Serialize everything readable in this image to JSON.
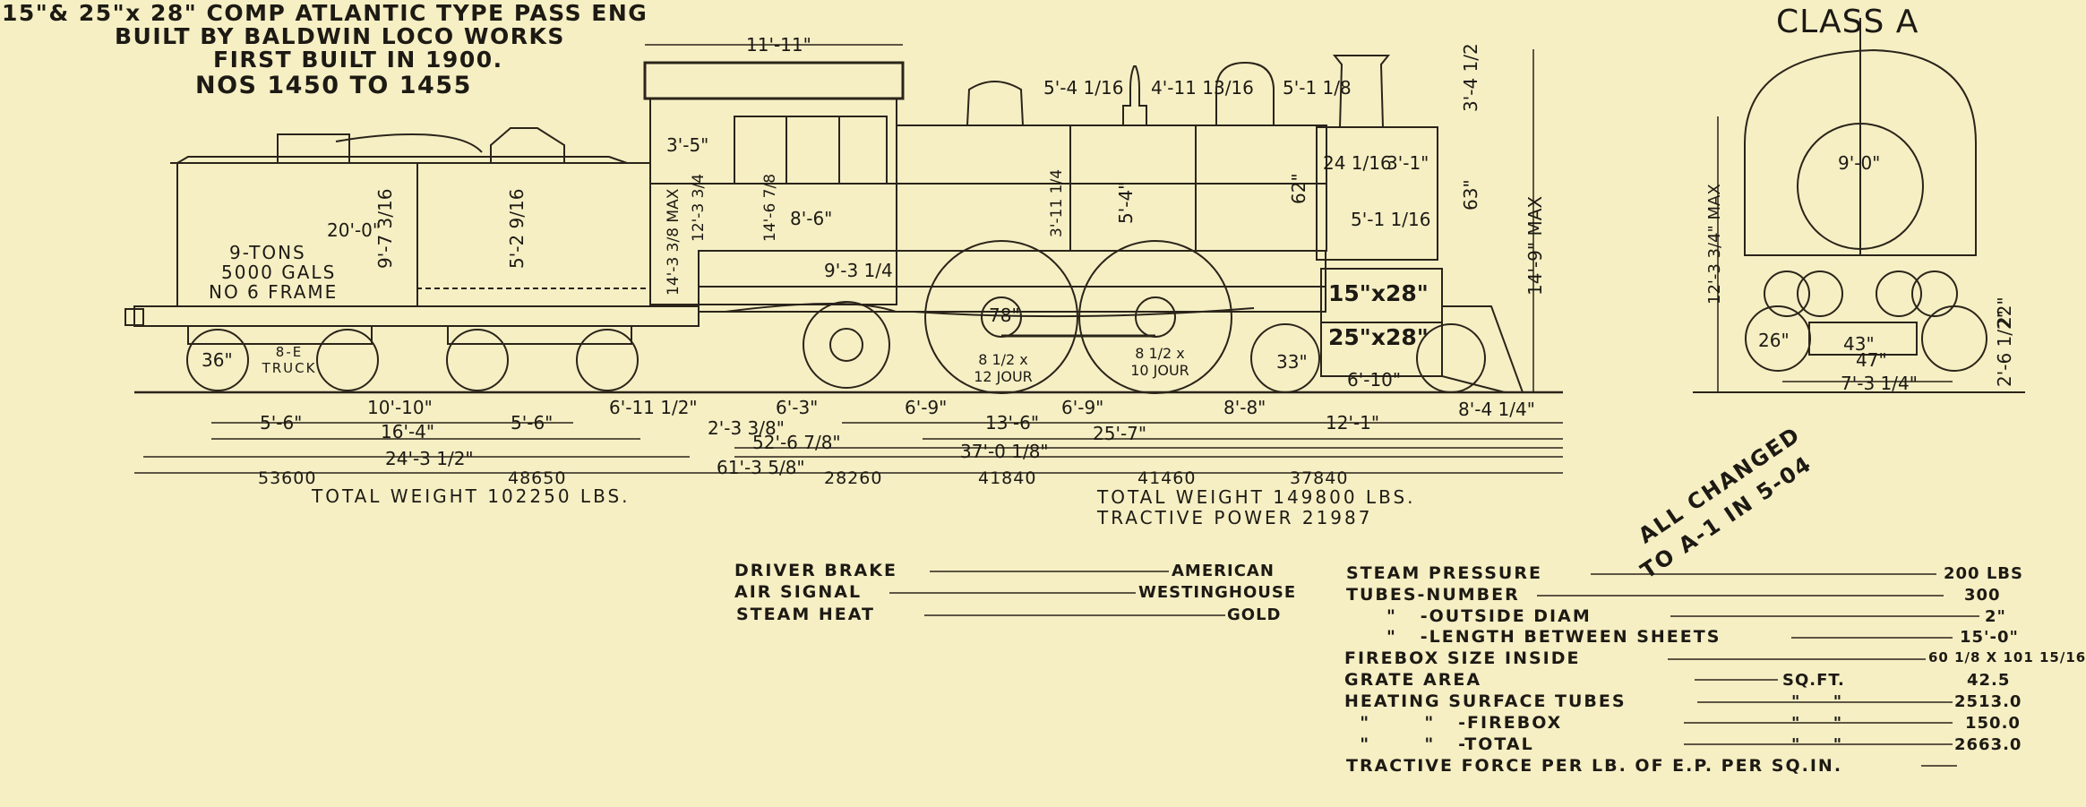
{
  "header": {
    "line1": "15\"& 25\"x 28\" COMP ATLANTIC TYPE PASS ENG",
    "line2": "BUILT BY BALDWIN LOCO WORKS",
    "line3": "FIRST BUILT IN 1900.",
    "line4": "NOS 1450 TO 1455"
  },
  "class_label": "CLASS A",
  "tender": {
    "capacity1": "9-TONS",
    "capacity2": "5000 GALS",
    "capacity3": "NO 6 FRAME",
    "truck": "8-E TRUCK",
    "wheel": "36\"",
    "len": "20'-0\"",
    "h1": "9'-7 3/16",
    "h2": "5'-2 9/16"
  },
  "dims": {
    "cab_width": "11'-11\"",
    "dome1": "5'-4 1/16",
    "dome2": "4'-11 13/16",
    "dome3": "5'-1 1/8",
    "stack": "3'-4 1/2",
    "cab_h": "3'-5\"",
    "h14_9": "14'-9\" MAX",
    "h12_3": "12'-3 3/4",
    "h14_3": "14'-3 3/8 MAX",
    "h14_6": "14'-6 7/8",
    "h8_6": "8'-6\"",
    "h9_3": "9'-3 1/4",
    "h5_4": "5'-4\"",
    "h3_11": "3'-11 1/4",
    "d24": "24 1/16",
    "d3_1": "3'-1\"",
    "d5_1": "5'-1 1/16",
    "d62": "62\"",
    "d63": "63\"",
    "cyl1": "15\"x28\"",
    "cyl2": "25\"x28\"",
    "d6_10": "6'-10\"",
    "jour1": "8 1/2 x 12 JOUR",
    "jour2": "8 1/2 x 10 JOUR",
    "drv1": "78\"",
    "ltw": "33\"",
    "front_d": "9'-0\"",
    "front_h": "12'-3 3/4\" MAX",
    "front_w1": "43\"",
    "front_w2": "47\"",
    "front_gauge": "7'-3 1/4\"",
    "front_h2": "2'-6 1/2\"",
    "front_22": "22\"",
    "front_wheel": "26\""
  },
  "baseline": {
    "b10_10": "10'-10\"",
    "b5_6a": "5'-6\"",
    "b16_4": "16'-4\"",
    "b5_6b": "5'-6\"",
    "b24_3": "24'-3 1/2\"",
    "b6_11": "6'-11 1/2\"",
    "b6_3": "6'-3\"",
    "b2_3": "2'-3 3/8\"",
    "b52_6": "52'-6 7/8\"",
    "b61_3": "61'-3 5/8\"",
    "b6_9a": "6'-9\"",
    "b13_6": "13'-6\"",
    "b6_9b": "6'-9\"",
    "b25_7": "25'-7\"",
    "b8_8": "8'-8\"",
    "b12_1": "12'-1\"",
    "b37_0": "37'-0 1/8\"",
    "b8_4": "8'-4 1/4\""
  },
  "weights": {
    "t1": "53600",
    "t2": "48650",
    "tender_total": "TOTAL WEIGHT 102250 LBS.",
    "e1": "28260",
    "e2": "41840",
    "e3": "41460",
    "e4": "37840",
    "engine_total": "TOTAL WEIGHT 149800 LBS.",
    "tractive": "TRACTIVE POWER 21987"
  },
  "note": {
    "line1": "ALL CHANGED",
    "line2": "TO A-1 IN 5-04"
  },
  "left_specs": [
    {
      "label": "DRIVER BRAKE",
      "value": "AMERICAN"
    },
    {
      "label": "AIR SIGNAL",
      "value": "WESTINGHOUSE"
    },
    {
      "label": "STEAM HEAT",
      "value": "GOLD"
    }
  ],
  "right_specs": [
    {
      "label": "STEAM PRESSURE",
      "value": "200 LBS"
    },
    {
      "label": "TUBES-NUMBER",
      "value": "300"
    },
    {
      "label": "\"   -OUTSIDE DIAM",
      "value": "2\""
    },
    {
      "label": "\"   -LENGTH BETWEEN SHEETS",
      "value": "15'-0\""
    },
    {
      "label": "FIREBOX SIZE INSIDE",
      "value": "60 1/8 X 101 15/16"
    },
    {
      "label": "GRATE AREA",
      "unit": "SQ.FT.",
      "value": "42.5"
    },
    {
      "label": "HEATING SURFACE TUBES",
      "unit": "\"     \"",
      "value": "2513.0"
    },
    {
      "label": "  \"       \"   -FIREBOX",
      "unit": "\"     \"",
      "value": "150.0"
    },
    {
      "label": "  \"       \"   -TOTAL",
      "unit": "\"     \"",
      "value": "2663.0"
    },
    {
      "label": "TRACTIVE FORCE PER LB. OF E.P. PER SQ.IN.",
      "value": ""
    }
  ]
}
